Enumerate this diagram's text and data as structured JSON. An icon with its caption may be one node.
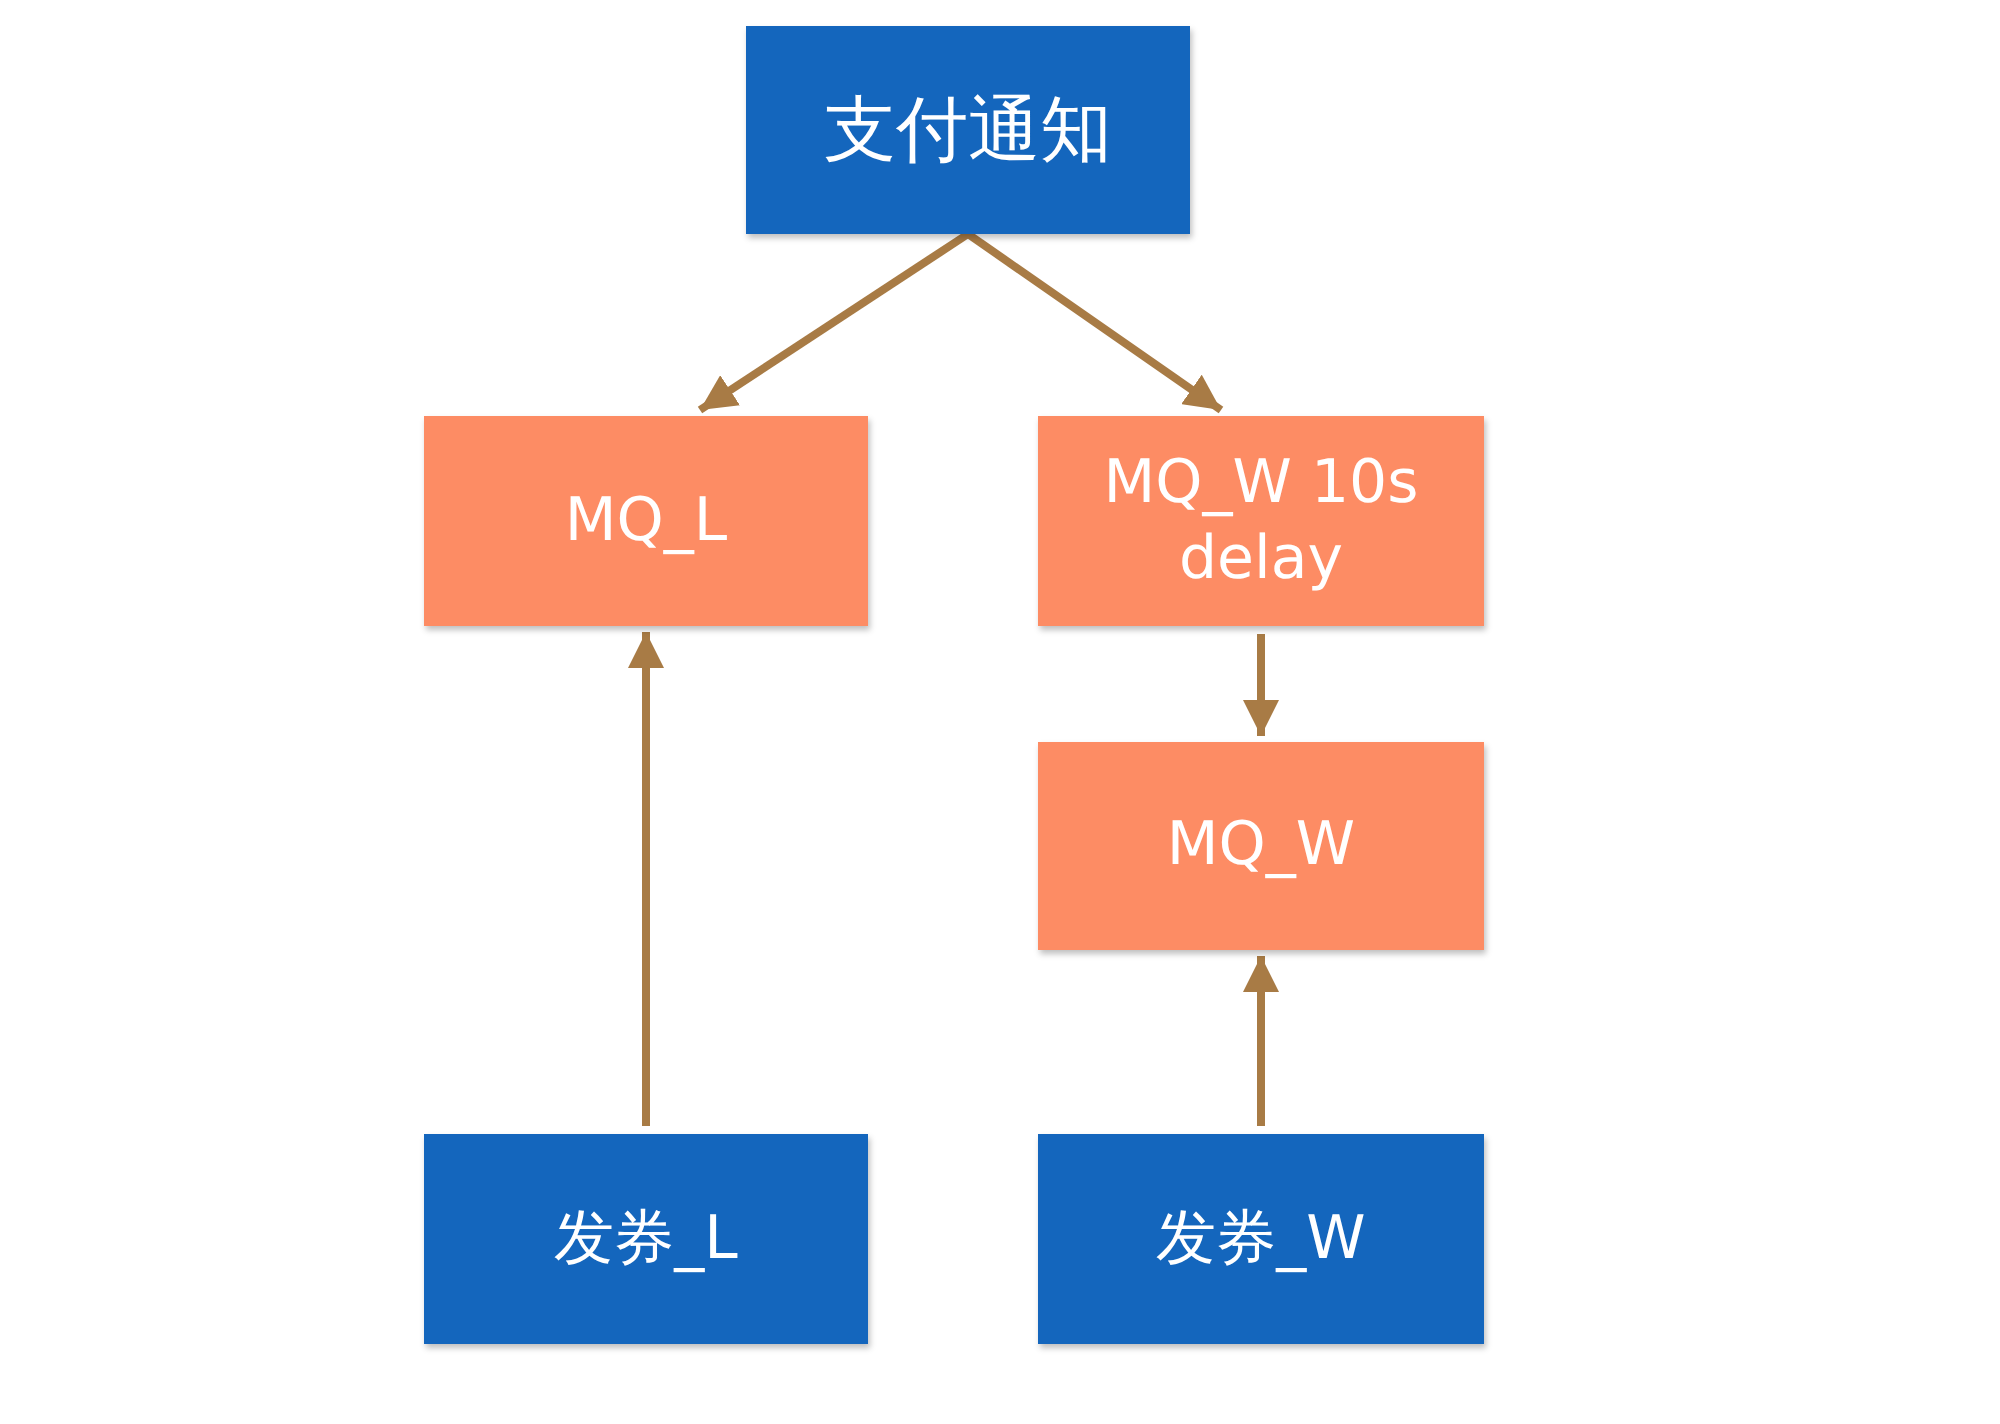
{
  "diagram": {
    "nodes": [
      {
        "text": [
          "支付通知"
        ]
      },
      {
        "text": [
          "MQ_L"
        ]
      },
      {
        "text": [
          "MQ_W 10s delay"
        ]
      },
      {
        "text": [
          "MQ_W"
        ]
      },
      {
        "text": [
          "发券_L"
        ]
      },
      {
        "text": [
          "发券_W"
        ]
      }
    ],
    "edges": [
      {
        "from": 0,
        "to": 1,
        "arrow": "to"
      },
      {
        "from": 0,
        "to": 2,
        "arrow": "to"
      },
      {
        "from": 2,
        "to": 3,
        "arrow": "to"
      },
      {
        "from": 4,
        "to": 1,
        "arrow": "to"
      },
      {
        "from": 5,
        "to": 3,
        "arrow": "to"
      }
    ]
  }
}
